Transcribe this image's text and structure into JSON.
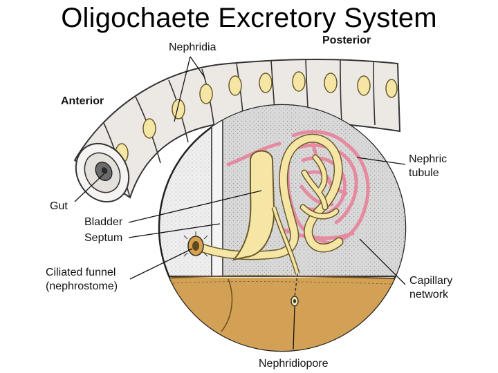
{
  "slide": {
    "title": "Oligochaete Excretory System"
  },
  "labels": {
    "nephridia": "Nephridia",
    "posterior": "Posterior",
    "anterior": "Anterior",
    "gut": "Gut",
    "bladder": "Bladder",
    "septum": "Septum",
    "ciliated_funnel_line1": "Ciliated funnel",
    "ciliated_funnel_line2": "(nephrostome)",
    "nephric_tubule_line1": "Nephric",
    "nephric_tubule_line2": "tubule",
    "capillary_network_line1": "Capillary",
    "capillary_network_line2": "network",
    "nephridiopore": "Nephridiopore"
  },
  "colors": {
    "tubule": "#f5e6a6",
    "capillary": "#e58aa0",
    "coelom": "#d7d7d7",
    "body_wall": "#d2a155",
    "worm_shell": "#ece8e4"
  }
}
